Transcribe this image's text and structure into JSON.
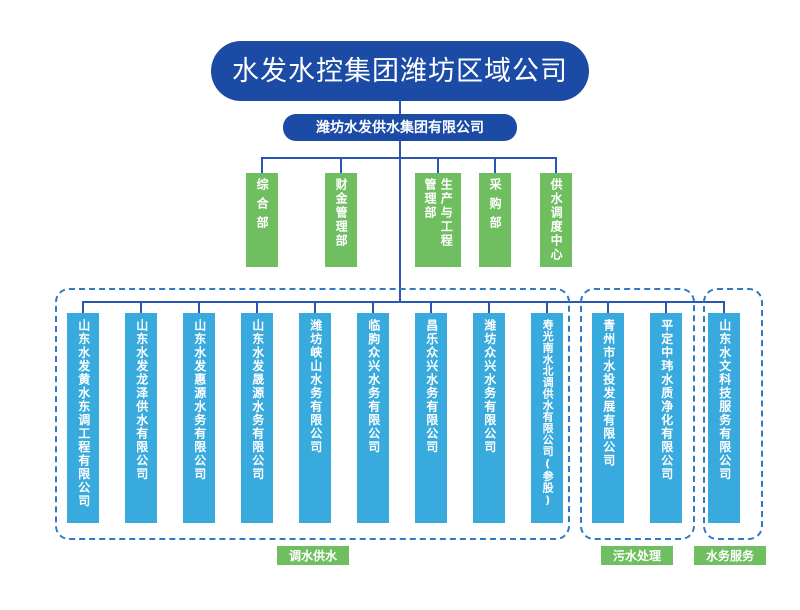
{
  "chart": {
    "title": "水发水控集团潍坊区域公司",
    "subtitle": "潍坊水发供水集团有限公司",
    "colors": {
      "root_blue": "#1B4BA5",
      "department_green": "#6FBE5F",
      "company_blue": "#38AADD",
      "connector_blue": "#2A57B5",
      "group_dash_blue": "#2E7BC4"
    }
  },
  "departments": [
    {
      "label": "综合部",
      "col1": "综合部",
      "col2": ""
    },
    {
      "label": "财金管理部",
      "col1": "财金管理部",
      "col2": ""
    },
    {
      "label": "生产与工程管理部",
      "col1": "生产与工程",
      "col2": "管理部"
    },
    {
      "label": "采购部",
      "col1": "采购部",
      "col2": ""
    },
    {
      "label": "供水调度中心",
      "col1": "供水调度中心",
      "col2": ""
    }
  ],
  "groups": [
    {
      "label": "调水供水",
      "companies": [
        {
          "name": "山东水发黄水东调工程有限公司"
        },
        {
          "name": "山东水发龙泽供水有限公司"
        },
        {
          "name": "山东水发惠源水务有限公司"
        },
        {
          "name": "山东水发晟源水务有限公司"
        },
        {
          "name": "潍坊峡山水务有限公司"
        },
        {
          "name": "临朐众兴水务有限公司"
        },
        {
          "name": "昌乐众兴水务有限公司"
        },
        {
          "name": "潍坊众兴水务有限公司"
        },
        {
          "name": "寿光南水北调供水有限公司(参股)"
        }
      ]
    },
    {
      "label": "污水处理",
      "companies": [
        {
          "name": "青州市水投发展有限公司"
        },
        {
          "name": "平定中玮水质净化有限公司"
        }
      ]
    },
    {
      "label": "水务服务",
      "companies": [
        {
          "name": "山东水文科技服务有限公司"
        }
      ]
    }
  ]
}
